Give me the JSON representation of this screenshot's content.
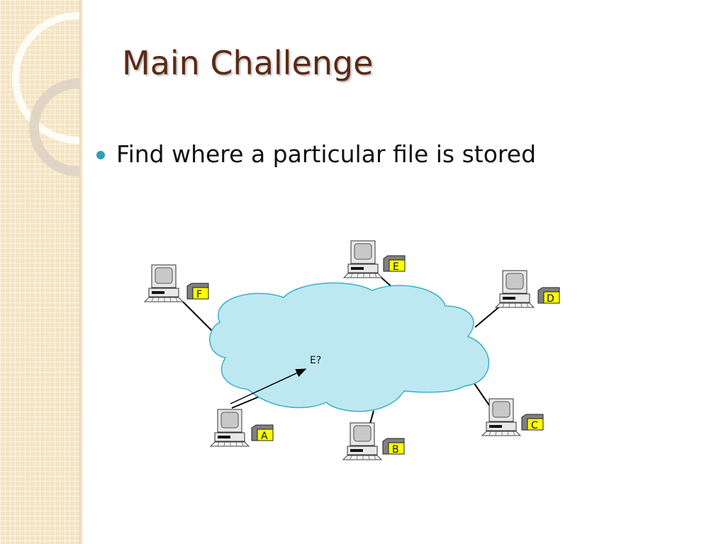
{
  "slide": {
    "title": "Main Challenge",
    "bullets": [
      "Find where a particular file is stored"
    ]
  },
  "diagram": {
    "query_label": "E?",
    "nodes": [
      {
        "id": "F",
        "label": "F"
      },
      {
        "id": "E",
        "label": "E"
      },
      {
        "id": "D",
        "label": "D"
      },
      {
        "id": "A",
        "label": "A"
      },
      {
        "id": "B",
        "label": "B"
      },
      {
        "id": "C",
        "label": "C"
      }
    ]
  },
  "colors": {
    "title": "#5a2a14",
    "bullet": "#2f9db3",
    "cloud_fill": "#bde8f2",
    "cloud_stroke": "#3ab0c8",
    "file_label_fill": "#ffff00",
    "side_band": "#f4e4c2"
  },
  "icons": {
    "node": "desktop-computer-icon",
    "file": "file-storage-icon",
    "network": "cloud-icon"
  }
}
